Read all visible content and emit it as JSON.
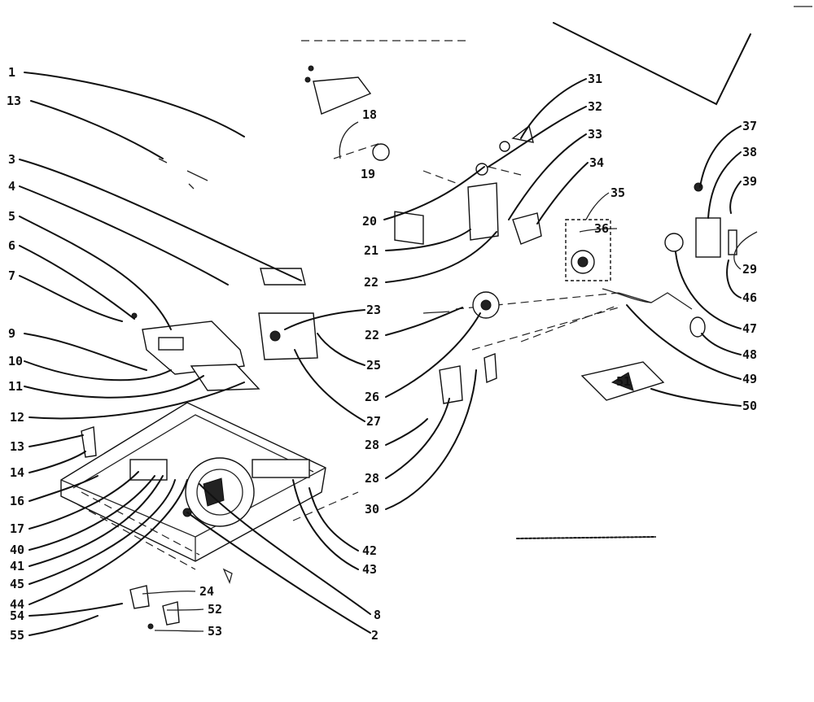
{
  "diagram": {
    "callouts": [
      "1",
      "13",
      "3",
      "4",
      "5",
      "6",
      "7",
      "9",
      "10",
      "11",
      "12",
      "13",
      "14",
      "16",
      "17",
      "40",
      "41",
      "45",
      "44",
      "54",
      "55",
      "24",
      "52",
      "53",
      "2",
      "42",
      "43",
      "18",
      "19",
      "20",
      "21",
      "22",
      "22",
      "23",
      "25",
      "27",
      "26",
      "28",
      "28",
      "30",
      "31",
      "32",
      "33",
      "34",
      "35",
      "36",
      "37",
      "38",
      "39",
      "29",
      "46",
      "47",
      "48",
      "49",
      "50",
      "51",
      "8"
    ]
  }
}
